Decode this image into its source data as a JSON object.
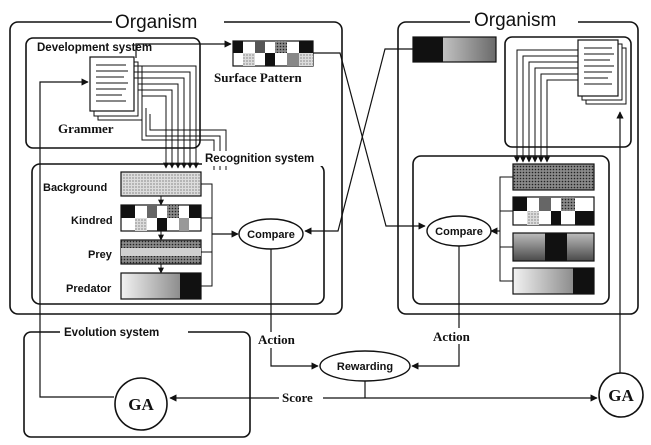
{
  "left_organism": {
    "title": "Organism",
    "development_system": "Development system",
    "grammar": "Grammer",
    "surface_pattern": "Surface Pattern",
    "recognition_system": "Recognition system",
    "rows": [
      "Background",
      "Kindred",
      "Prey",
      "Predator"
    ],
    "compare": "Compare",
    "action": "Action"
  },
  "right_organism": {
    "title": "Organism",
    "compare": "Compare",
    "action": "Action"
  },
  "evolution_system": "Evolution system",
  "rewarding": "Rewarding",
  "score": "Score",
  "ga_left": "GA",
  "ga_right": "GA"
}
